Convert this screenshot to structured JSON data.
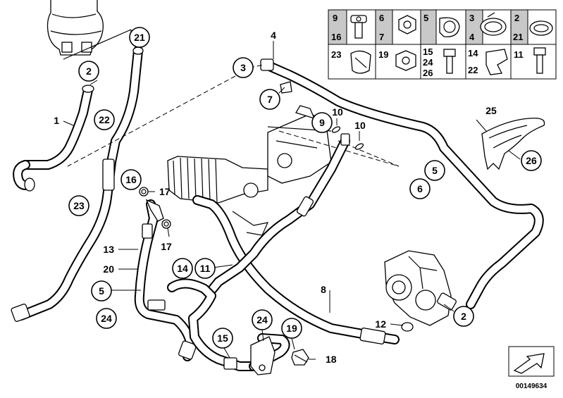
{
  "diagram": {
    "callouts": {
      "c2_reservoir": "2",
      "c21_top": "21",
      "c3": "3",
      "c7": "7",
      "c22": "22",
      "c9": "9",
      "c16": "16",
      "c23": "23",
      "c5_right": "5",
      "c6": "6",
      "c26": "26",
      "c14": "14",
      "c11": "11",
      "c5_left": "5",
      "c24_left": "24",
      "c2_pump": "2",
      "c15": "15",
      "c24_bottom": "24",
      "c19": "19"
    },
    "labels": {
      "l1": "1",
      "l4": "4",
      "l10a": "10",
      "l10b": "10",
      "l25": "25",
      "l17a": "17",
      "l17b": "17",
      "l13": "13",
      "l20": "20",
      "l8": "8",
      "l12": "12",
      "l18": "18"
    },
    "legend": {
      "r1c1_top": "9",
      "r1c1_bot": "16",
      "r1c2_top": "6",
      "r1c2_bot": "7",
      "r1c3_top": "5",
      "r1c4_top": "3",
      "r1c4_bot": "4",
      "r1c5_top": "2",
      "r1c5_bot": "21",
      "r2c1": "23",
      "r2c2": "19",
      "r2c3_a": "15",
      "r2c3_b": "24",
      "r2c3_c": "26",
      "r2c4_a": "14",
      "r2c4_b": "22",
      "r2c5": "11"
    },
    "document_number": "00149634"
  }
}
